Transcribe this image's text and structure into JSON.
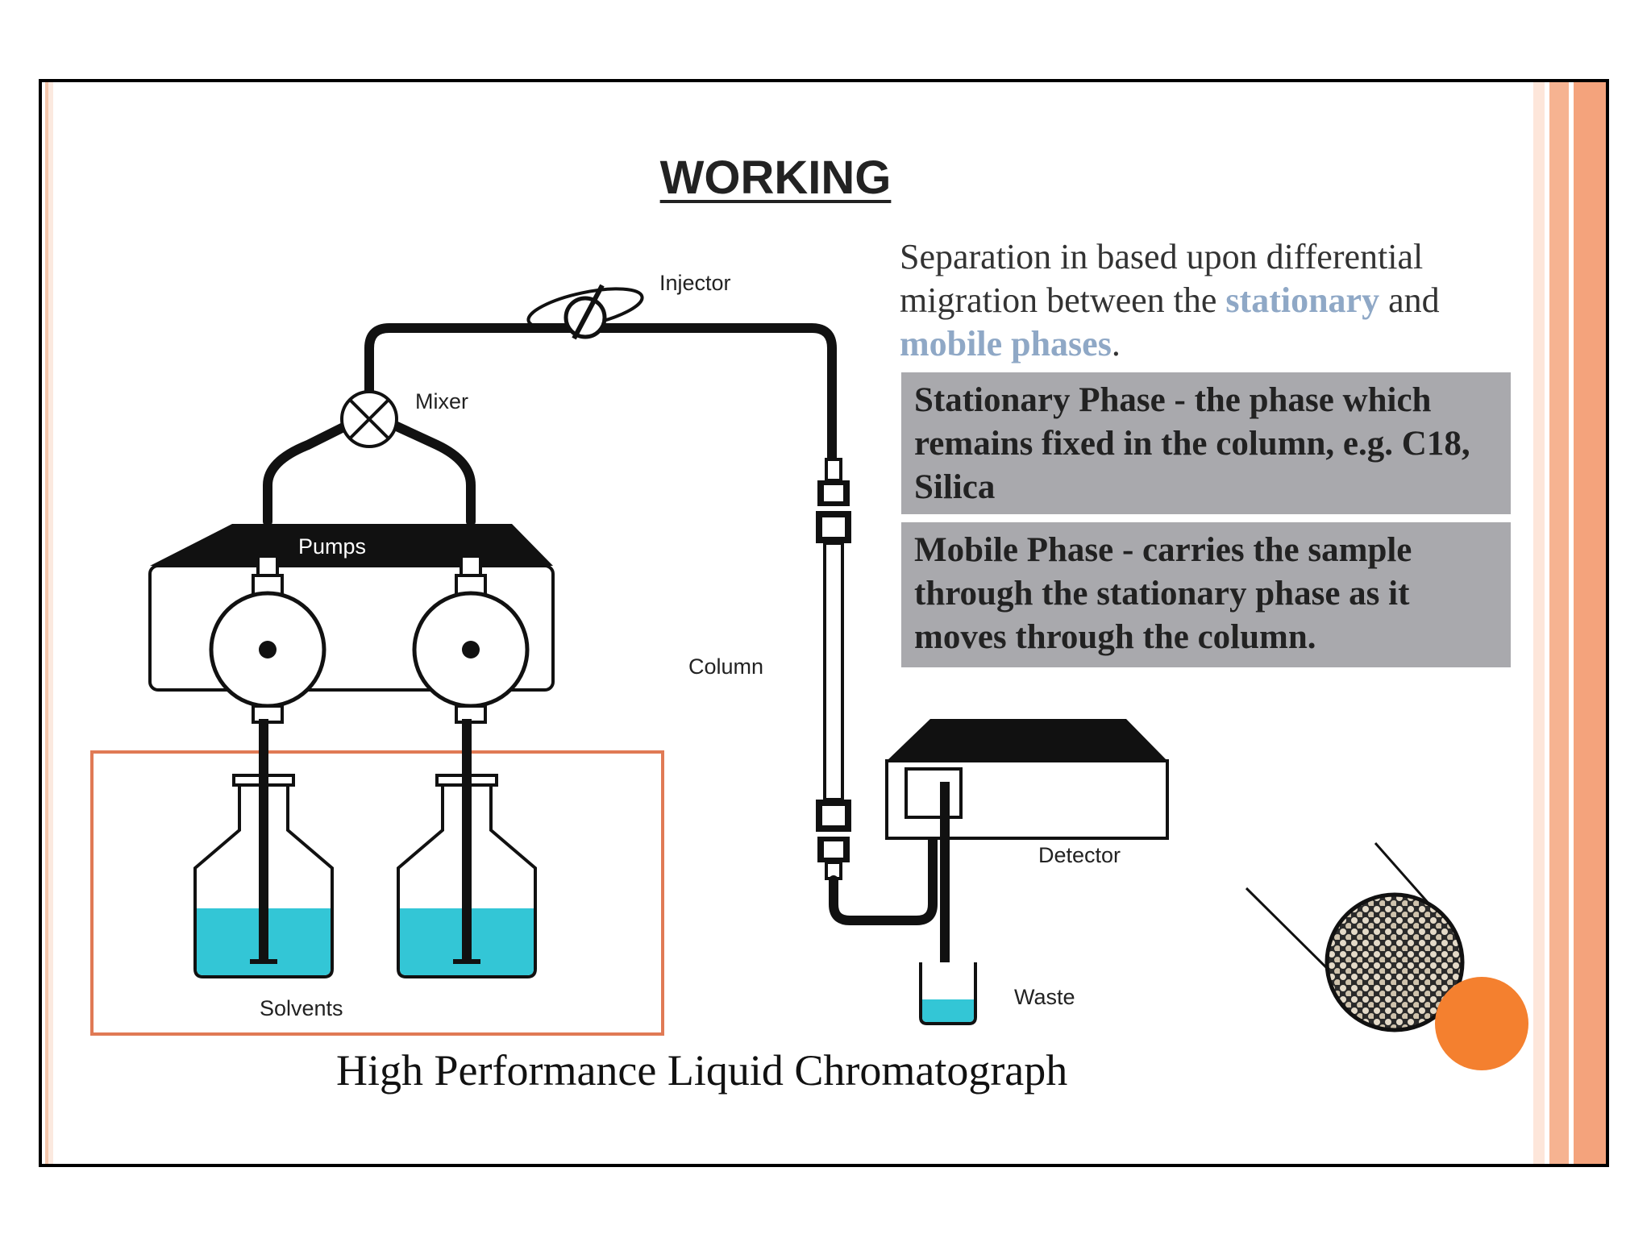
{
  "title": "WORKING",
  "intro": {
    "text_before": "Separation in based upon differential migration between the ",
    "stationary": "stationary",
    "and": " and ",
    "mobile": "mobile phases",
    "period": "."
  },
  "definitions": {
    "stationary": "Stationary Phase - the phase which remains fixed in the column, e.g. C18, Silica",
    "mobile": "Mobile Phase - carries the sample through the stationary phase as it moves through the column."
  },
  "labels": {
    "injector": "Injector",
    "mixer": "Mixer",
    "pumps": "Pumps",
    "column": "Column",
    "detector": "Detector",
    "waste": "Waste",
    "solvents": "Solvents"
  },
  "caption": "High Performance Liquid Chromatograph",
  "colors": {
    "solvent": "#33c6d6",
    "highlight": "#8fa8c6",
    "box": "#a9a9ad",
    "solvents_frame": "#e07a55",
    "orange_dot": "#f4802f"
  }
}
